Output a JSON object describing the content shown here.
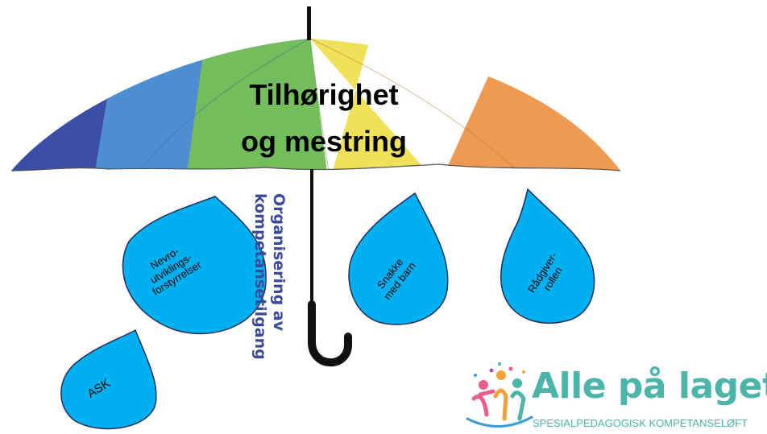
{
  "umbrella": {
    "title_line1": "Tilhørighet",
    "title_line2": "og mestring",
    "panel_colors": [
      "#3a4ea8",
      "#4f8ed2",
      "#74bd5c",
      "#f1e05a",
      "#ef9a52"
    ]
  },
  "annotation": {
    "line1": "Organisering av",
    "line2": "kompetansetilgang"
  },
  "drops": {
    "nevro": [
      "Nevro-",
      "utviklings-",
      "forstyrrelser"
    ],
    "ask": "ASK",
    "snakke": [
      "Snakke",
      "med barn"
    ],
    "radgiver": [
      "Rådgiver-",
      "rollen"
    ]
  },
  "brand": {
    "title": "Alle på laget",
    "subtitle": "SPESIALPEDAGOGISK KOMPETANSELØFT",
    "color": "#4ab5a8"
  },
  "colors": {
    "drop_fill": "#00b0f0",
    "drop_stroke": "#1f2d5a",
    "annotation_text": "#3a4a9a"
  }
}
